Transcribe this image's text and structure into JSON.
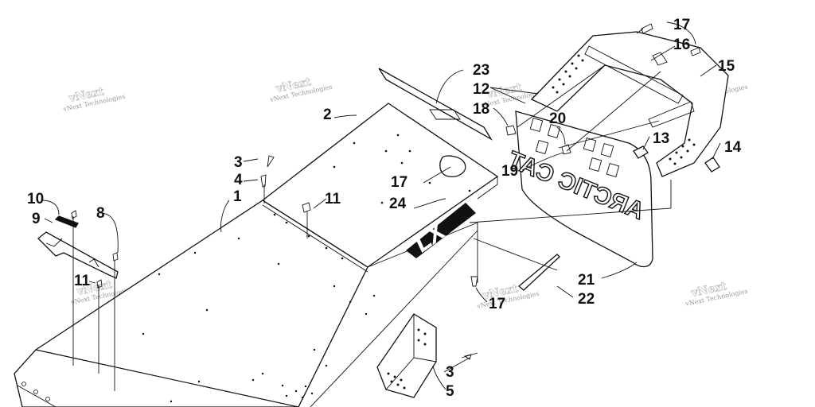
{
  "watermark": {
    "text": "vNext Technologies"
  },
  "decal": {
    "brand_text": "ARCTIC CAT",
    "model_text": "LX"
  },
  "callouts": {
    "c1": "1",
    "c2": "2",
    "c3a": "3",
    "c3b": "3",
    "c4": "4",
    "c5": "5",
    "c8": "8",
    "c9": "9",
    "c10": "10",
    "c11a": "11",
    "c11b": "11",
    "c12": "12",
    "c13": "13",
    "c14": "14",
    "c15": "15",
    "c16": "16",
    "c17a": "17",
    "c17b": "17",
    "c17c": "17",
    "c18": "18",
    "c19": "19",
    "c20": "20",
    "c21": "21",
    "c22": "22",
    "c23": "23",
    "c24": "24"
  }
}
